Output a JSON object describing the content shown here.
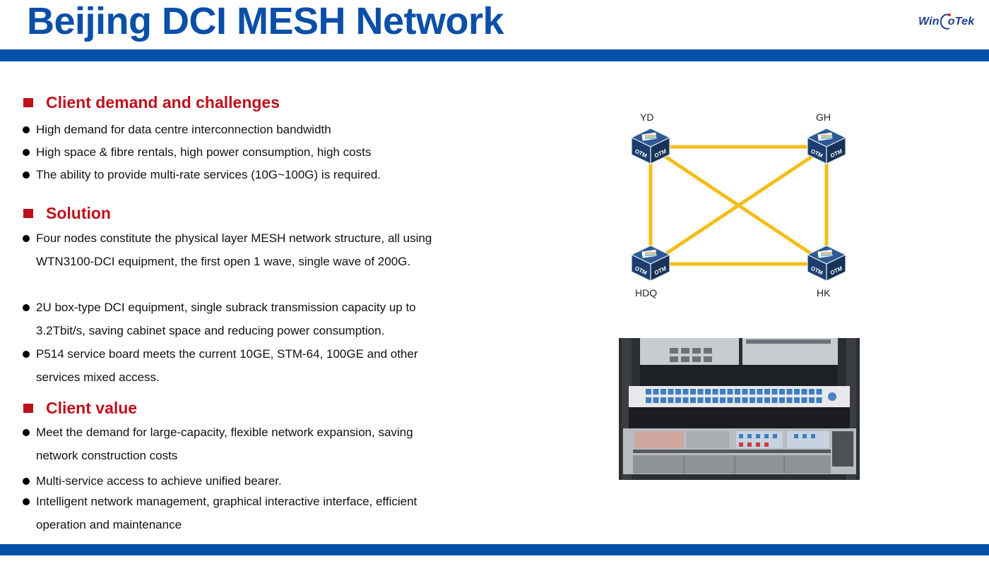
{
  "header": {
    "title": "Beijing DCI MESH Network",
    "logo_text_left": "Win",
    "logo_text_right": "oTek"
  },
  "colors": {
    "brand_blue": "#0452a8",
    "title_blue": "#0a4fa8",
    "section_red": "#c0101c",
    "link_yellow": "#f5be1a",
    "node_navy": "#1c3d6e"
  },
  "sections": [
    {
      "heading": "Client demand and challenges",
      "bullets": [
        "High demand for data centre interconnection bandwidth",
        "High space & fibre rentals, high power consumption, high costs",
        "The ability to provide multi-rate services (10G~100G) is required."
      ]
    },
    {
      "heading": "Solution",
      "bullets": [
        "Four nodes constitute the physical layer MESH network structure, all using WTN3100-DCI equipment, the first open 1 wave, single wave of 200G.",
        "2U box-type DCI equipment, single subrack transmission capacity up to 3.2Tbit/s, saving cabinet space and reducing power consumption.",
        "P514 service board meets the current 10GE, STM-64, 100GE and other services mixed access."
      ]
    },
    {
      "heading": "Client value",
      "bullets": [
        "Meet the demand for large-capacity, flexible network expansion, saving network construction costs",
        "Multi-service access to achieve unified bearer.",
        "Intelligent network management, graphical interactive interface, efficient operation and maintenance"
      ]
    }
  ],
  "diagram": {
    "nodes": [
      {
        "id": "YD",
        "label": "YD",
        "device": "OTM"
      },
      {
        "id": "GH",
        "label": "GH",
        "device": "OTM"
      },
      {
        "id": "HDQ",
        "label": "HDQ",
        "device": "OTM"
      },
      {
        "id": "HK",
        "label": "HK",
        "device": "OTM"
      }
    ],
    "links": [
      [
        "YD",
        "GH"
      ],
      [
        "YD",
        "HDQ"
      ],
      [
        "YD",
        "HK"
      ],
      [
        "GH",
        "HDQ"
      ],
      [
        "GH",
        "HK"
      ],
      [
        "HDQ",
        "HK"
      ]
    ],
    "device_label": "OTM"
  },
  "photo": {
    "alt": "WTN3100-DCI equipment installed in rack"
  }
}
